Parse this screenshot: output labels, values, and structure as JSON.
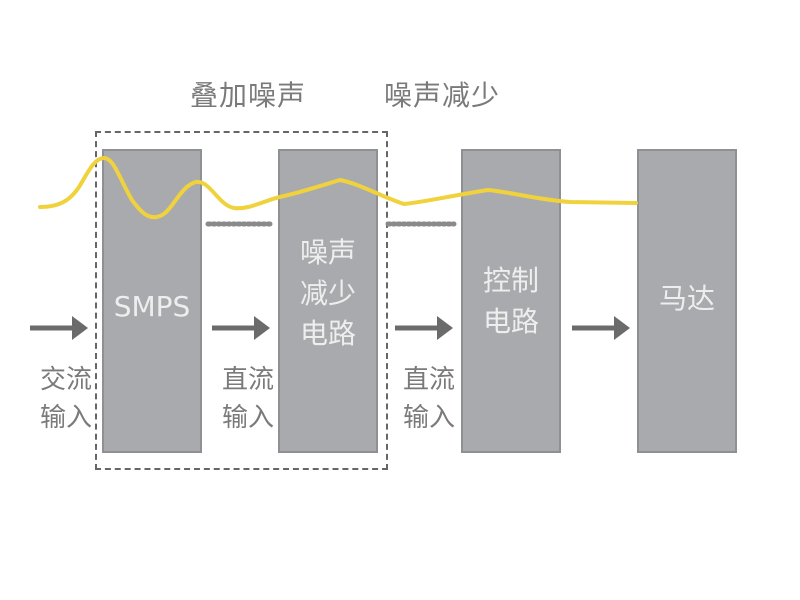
{
  "captions": {
    "noise_added": "叠加噪声",
    "noise_reduced": "噪声减少"
  },
  "blocks": {
    "smps": "SMPS",
    "noise_reduction": "噪声\n减少\n电路",
    "control": "控制\n电路",
    "motor": "马达"
  },
  "inputs": {
    "ac_input": "交流\n输入",
    "dc_input_1": "直流\n输入",
    "dc_input_2": "直流\n输入"
  },
  "colors": {
    "waveform": "#f0d23c",
    "block_fill": "#a9aaad",
    "arrow": "#6b6b6b",
    "dots": "#8a8a8a"
  },
  "icons": {
    "flow_arrow": "right-arrow-icon",
    "connector": "dotted-connector"
  }
}
